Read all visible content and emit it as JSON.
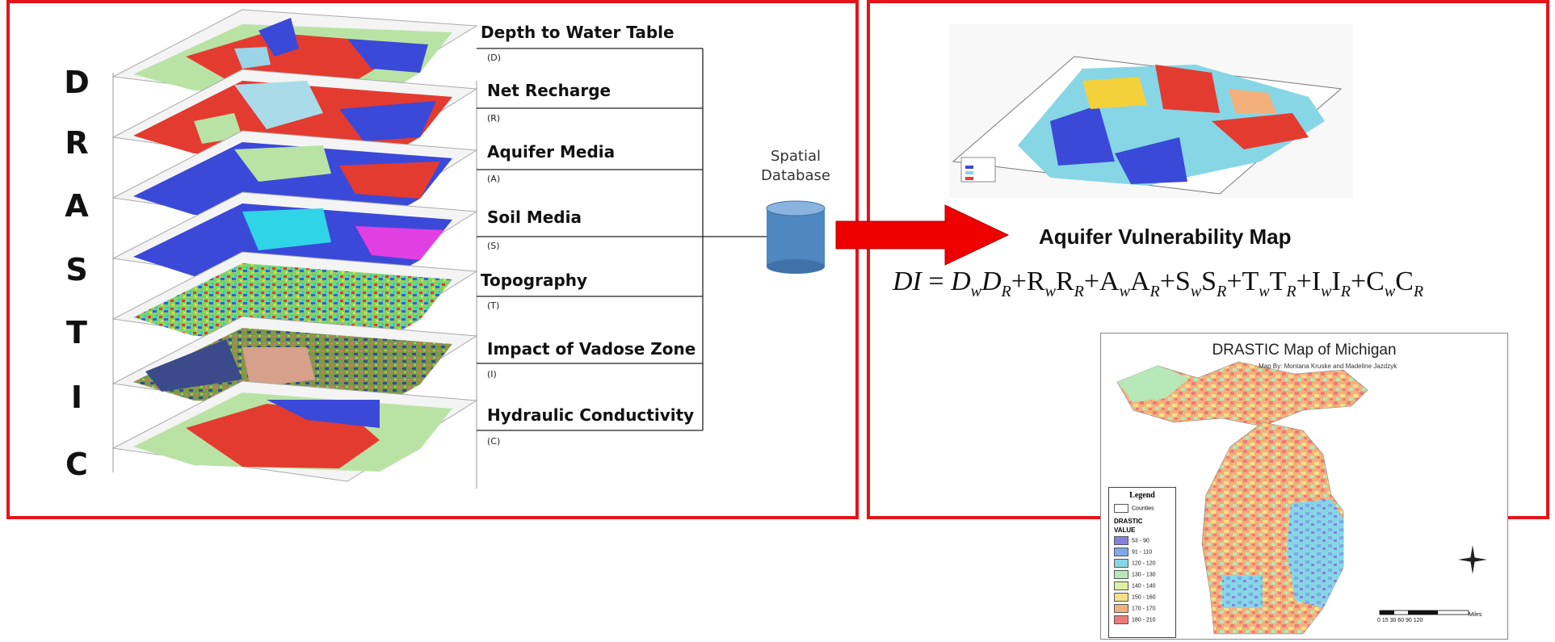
{
  "drastic_letters": [
    "D",
    "R",
    "A",
    "S",
    "T",
    "I",
    "C"
  ],
  "layers": [
    {
      "label": "Depth to Water Table",
      "code": "(D)"
    },
    {
      "label": "Net Recharge",
      "code": "(R)"
    },
    {
      "label": "Aquifer Media",
      "code": "(A)"
    },
    {
      "label": "Soil Media",
      "code": "(S)"
    },
    {
      "label": "Topography",
      "code": "(T)"
    },
    {
      "label": "Impact of Vadose Zone",
      "code": "(I)"
    },
    {
      "label": "Hydraulic Conductivity",
      "code": "(C)"
    }
  ],
  "database": {
    "line1": "Spatial",
    "line2": "Database"
  },
  "vulnerability": {
    "title": "Aquifer Vulnerability Map"
  },
  "michigan": {
    "title": "DRASTIC Map of Michigan",
    "credit": "Map By: Montana Kruske and Madeline Jazdzyk",
    "legend_title": "Legend",
    "counties_label": "Counties",
    "drastic_label_1": "DRASTIC",
    "drastic_label_2": "VALUE",
    "legend_items": [
      {
        "label": "53 - 90",
        "color": "#8a7fe0"
      },
      {
        "label": "91 - 110",
        "color": "#7fa8e8"
      },
      {
        "label": "120 - 120",
        "color": "#86d6e6"
      },
      {
        "label": "130 - 130",
        "color": "#b6e8b8"
      },
      {
        "label": "140 - 140",
        "color": "#dff0a0"
      },
      {
        "label": "150 - 160",
        "color": "#f5e08a"
      },
      {
        "label": "170 - 170",
        "color": "#f4b07a"
      },
      {
        "label": "180 - 210",
        "color": "#ef7a7a"
      }
    ],
    "scale_ticks": "0  15 30     60     90    120",
    "scale_unit": "Miles"
  },
  "colors": {
    "frame": "#e3141b",
    "arrow": "#ee0000",
    "database": "#4f87c0"
  }
}
